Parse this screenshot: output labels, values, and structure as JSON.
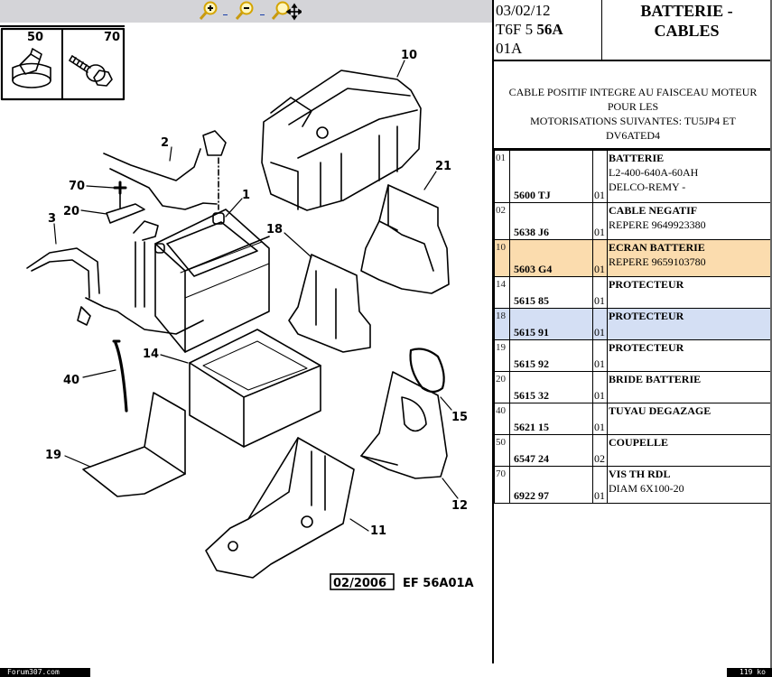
{
  "toolbar": {
    "tools": [
      {
        "name": "zoom-in",
        "icon": "magnifier-plus-icon"
      },
      {
        "name": "zoom-out",
        "icon": "magnifier-minus-icon"
      },
      {
        "name": "zoom-pan",
        "icon": "magnifier-move-icon"
      }
    ]
  },
  "diagram": {
    "inset_labels": [
      "50",
      "70"
    ],
    "callouts": [
      "1",
      "2",
      "3",
      "10",
      "11",
      "12",
      "14",
      "15",
      "18",
      "19",
      "20",
      "21",
      "40",
      "70"
    ],
    "stamp_date": "02/2006",
    "stamp_ref": "EF 56A01A"
  },
  "header": {
    "date": "03/02/12",
    "ref_prefix": "T6F 5",
    "ref_bold": "56A",
    "ref_suffix": "01A",
    "title_line1": "BATTERIE -",
    "title_line2": "CABLES"
  },
  "description": {
    "line1": "CABLE POSITIF INTEGRE AU FAISCEAU MOTEUR",
    "line2": "POUR LES",
    "line3": "MOTORISATIONS SUIVANTES: TU5JP4 ET",
    "line4": "DV6ATED4"
  },
  "parts": [
    {
      "ref": "01",
      "part_no": "5600 TJ",
      "qty": "01",
      "name": "BATTERIE",
      "sub1": "L2-400-640A-60AH",
      "sub2": "DELCO-REMY -",
      "highlight": ""
    },
    {
      "ref": "02",
      "part_no": "5638 J6",
      "qty": "01",
      "name": "CABLE NEGATIF",
      "sub1": " REPERE 9649923380",
      "sub2": "",
      "highlight": ""
    },
    {
      "ref": "10",
      "part_no": "5603 G4",
      "qty": "01",
      "name": "ECRAN BATTERIE",
      "sub1": " REPERE 9659103780",
      "sub2": "",
      "highlight": "orange"
    },
    {
      "ref": "14",
      "part_no": "5615 85",
      "qty": "01",
      "name": "PROTECTEUR",
      "sub1": "",
      "sub2": "",
      "highlight": ""
    },
    {
      "ref": "18",
      "part_no": "5615 91",
      "qty": "01",
      "name": "PROTECTEUR",
      "sub1": "",
      "sub2": "",
      "highlight": "blue"
    },
    {
      "ref": "19",
      "part_no": "5615 92",
      "qty": "01",
      "name": "PROTECTEUR",
      "sub1": "",
      "sub2": "",
      "highlight": ""
    },
    {
      "ref": "20",
      "part_no": "5615 32",
      "qty": "01",
      "name": "BRIDE BATTERIE",
      "sub1": "",
      "sub2": "",
      "highlight": ""
    },
    {
      "ref": "40",
      "part_no": "5621 15",
      "qty": "01",
      "name": "TUYAU DEGAZAGE",
      "sub1": "",
      "sub2": "",
      "highlight": ""
    },
    {
      "ref": "50",
      "part_no": "6547 24",
      "qty": "02",
      "name": "COUPELLE",
      "sub1": "",
      "sub2": "",
      "highlight": ""
    },
    {
      "ref": "70",
      "part_no": "6922 97",
      "qty": "01",
      "name": "VIS TH RDL",
      "sub1": "DIAM 6X100-20",
      "sub2": "",
      "highlight": ""
    }
  ],
  "colors": {
    "highlight_orange": "#fbdcae",
    "highlight_blue": "#d4dff4",
    "toolbar_bg": "#d4d4d8"
  },
  "status": {
    "left": "Forum307.com",
    "right": "119 ko"
  }
}
